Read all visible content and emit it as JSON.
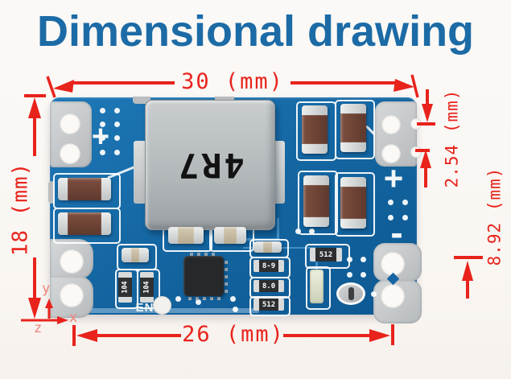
{
  "title": "Dimensional drawing",
  "annotations": {
    "width_top": "30 (mm)",
    "width_bottom": "26 (mm)",
    "height_left": "18 (mm)",
    "pin_pitch": "2.54 (mm)",
    "hole_offset": "8.92 (mm)",
    "axis_x": "x",
    "axis_y": "y",
    "axis_z": "z"
  },
  "board": {
    "inductor_label": "4R7",
    "enable_label": "EN",
    "plus_left": "+",
    "plus_right": "+",
    "minus_right": "-",
    "resistor_104_a": "104",
    "resistor_104_b": "104",
    "resistor_stack_1": "8-9",
    "resistor_stack_2": "8.0",
    "resistor_stack_3": "512",
    "resistor_512": "512"
  },
  "colors": {
    "title_blue": "#1c6ba6",
    "dimension_red": "#e8231c",
    "pcb_blue": "#13649f",
    "pad_silver": "#c6c9cb",
    "capacitor_brown": "#6e4436",
    "inductor_gray": "#b3b8bb",
    "silkscreen_white": "#f2f6f8"
  }
}
